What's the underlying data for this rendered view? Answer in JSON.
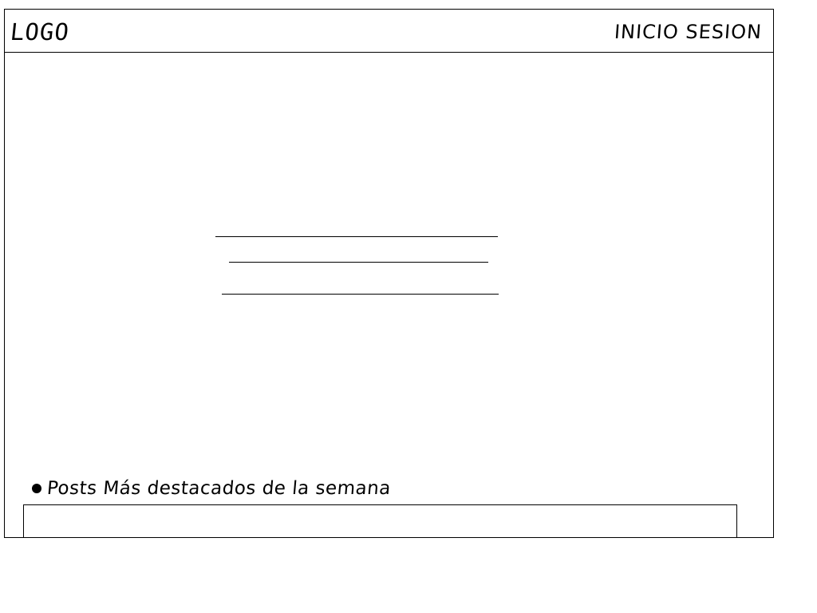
{
  "header": {
    "logo_text": "LOGO",
    "login_label": "INICIO SESION"
  },
  "section": {
    "title": "Posts Más destacados de la semana"
  }
}
